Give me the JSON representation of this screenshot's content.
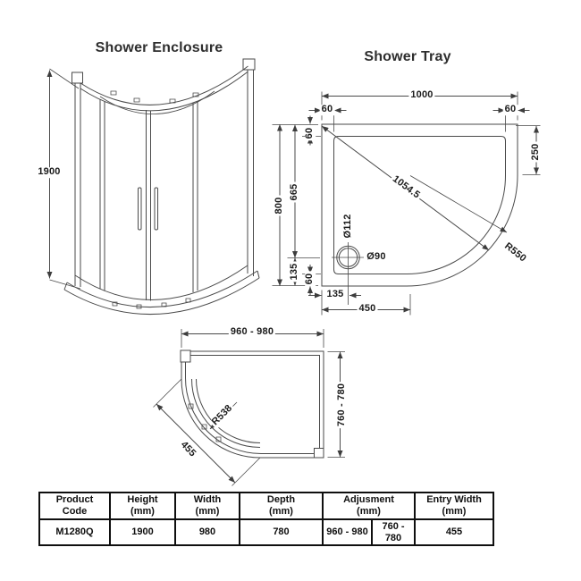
{
  "colors": {
    "line": "#4a4a4a",
    "text": "#1b1b1b"
  },
  "titles": {
    "enclosure": "Shower Enclosure",
    "tray": "Shower Tray"
  },
  "enclosure_view": {
    "height": "1900"
  },
  "tray_view": {
    "overall_width": "1000",
    "rim_top_left": "60",
    "rim_top_right": "60",
    "overall_depth": "800",
    "left_upper": "665",
    "left_lower": "135",
    "rim_left_top": "60",
    "rim_left_bottom": "60",
    "right_to_curve": "250",
    "diagonal": "1054.5",
    "corner_radius": "R550",
    "waste_flange": "Ø112",
    "waste_hole": "Ø90",
    "waste_from_left": "135",
    "flat_bottom": "450"
  },
  "plan_view": {
    "width_range": "960 - 980",
    "depth_range": "760 - 780",
    "door_radius": "R538",
    "entry_width": "455"
  },
  "table": {
    "headers": [
      {
        "line1": "Product",
        "line2": "Code"
      },
      {
        "line1": "Height",
        "line2": "(mm)"
      },
      {
        "line1": "Width",
        "line2": "(mm)"
      },
      {
        "line1": "Depth",
        "line2": "(mm)"
      },
      {
        "line1": "Adjusment",
        "line2": "(mm)"
      },
      {
        "line1": "Entry Width",
        "line2": "(mm)"
      }
    ],
    "row": {
      "code": "M1280Q",
      "height": "1900",
      "width": "980",
      "depth": "780",
      "adjustment_width": "960 - 980",
      "adjustment_depth": "760 - 780",
      "entry_width": "455"
    }
  }
}
